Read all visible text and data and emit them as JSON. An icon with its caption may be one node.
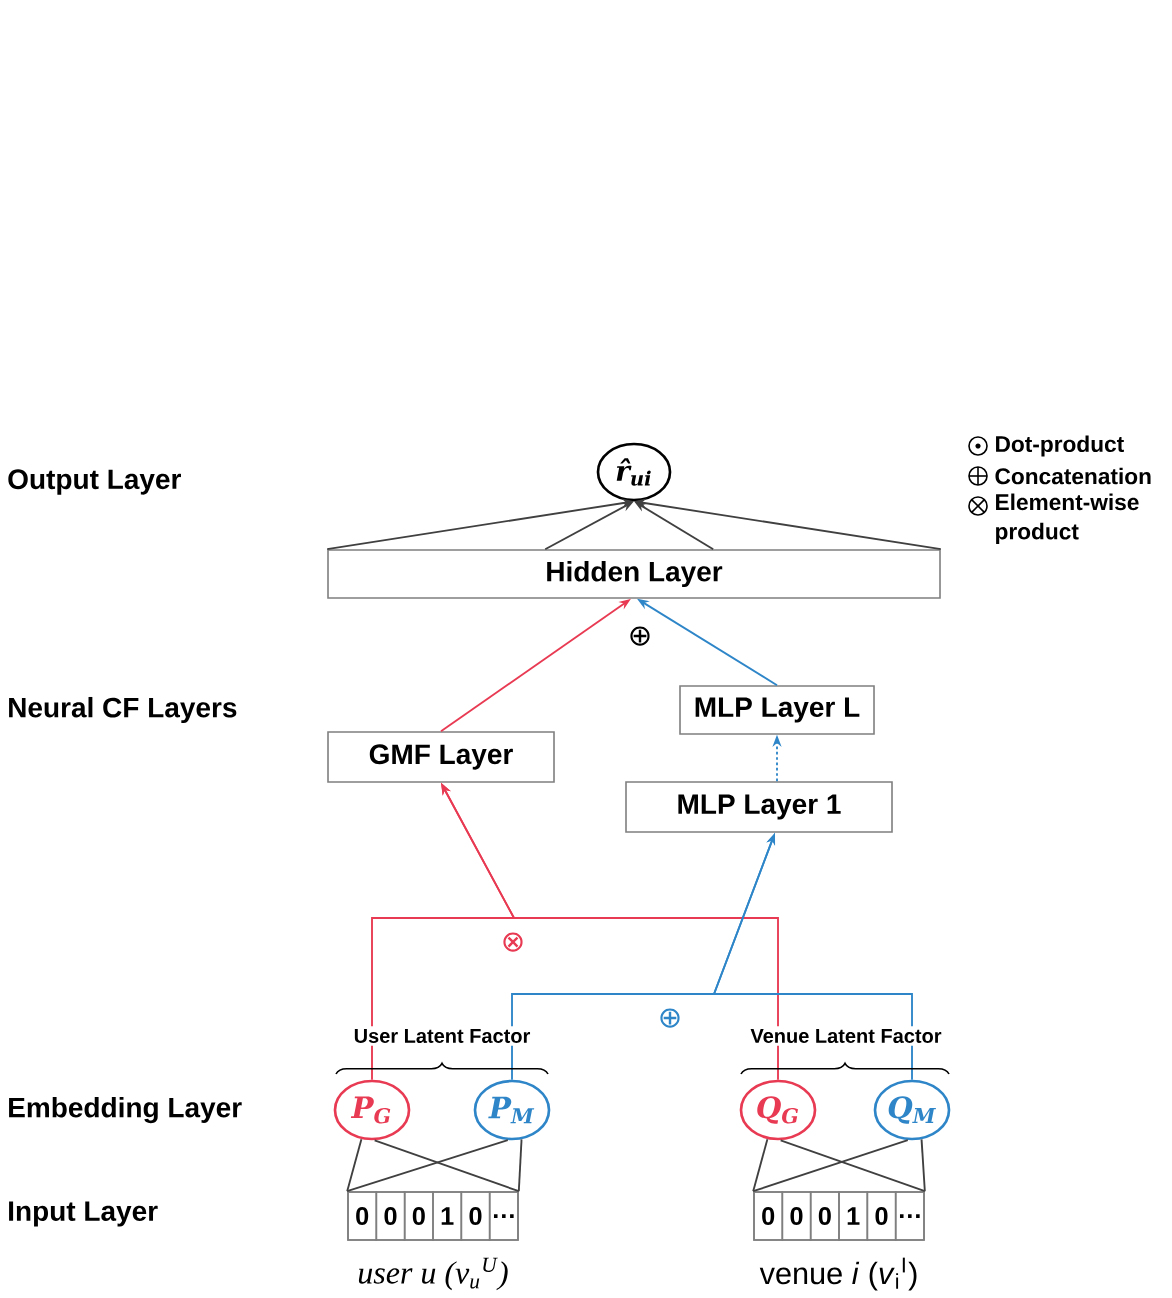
{
  "diagram": {
    "nodes": [
      {
        "text": [
          "r̂$_{ui}$"
        ]
      },
      {
        "text": [
          "Hidden Layer"
        ]
      },
      {
        "text": [
          "MLP Layer L"
        ]
      },
      {
        "text": [
          "GMF Layer"
        ]
      },
      {
        "text": [
          "MLP Layer 1"
        ]
      },
      {
        "text": [
          "P$_{G}$"
        ]
      },
      {
        "text": [
          "P$_{M}$"
        ]
      },
      {
        "text": [
          "Q$_{G}$"
        ]
      },
      {
        "text": [
          "Q$_{M}$"
        ]
      },
      {
        "text": [
          "0",
          "0",
          "0",
          "1",
          "0",
          "…"
        ],
        "beside": [
          "user u (v$_{u}$$^{U}$)"
        ]
      },
      {
        "text": [
          "0",
          "0",
          "0",
          "1",
          "0",
          "…"
        ],
        "beside": [
          "venue *i* (*v*$_{i}$$^{I}$)"
        ]
      }
    ],
    "edges": [
      {
        "from": 1,
        "to": 0,
        "arrow": "to"
      },
      {
        "from": 1,
        "to": 0,
        "arrow": "to"
      },
      {
        "from": 1,
        "to": 0,
        "arrow": "to"
      },
      {
        "from": 1,
        "to": 0,
        "arrow": "to"
      },
      {
        "from": 3,
        "to": 1,
        "arrow": "to",
        "color": "#e83a52"
      },
      {
        "from": 2,
        "to": 1,
        "arrow": "to",
        "color": "#2e86c8"
      },
      {
        "from": 4,
        "to": 2,
        "arrow": "to",
        "style": "dashed",
        "color": "#2e86c8"
      },
      {
        "from": 5,
        "to": 3,
        "arrow": "to",
        "color": "#e83a52"
      },
      {
        "from": 7,
        "to": 3,
        "arrow": "to",
        "color": "#e83a52"
      },
      {
        "from": 6,
        "to": 4,
        "arrow": "to",
        "color": "#2e86c8"
      },
      {
        "from": 8,
        "to": 4,
        "arrow": "to",
        "color": "#2e86c8"
      },
      {
        "from": 9,
        "to": 5,
        "arrow": "none"
      },
      {
        "from": 9,
        "to": 5,
        "arrow": "none"
      },
      {
        "from": 9,
        "to": 6,
        "arrow": "none"
      },
      {
        "from": 9,
        "to": 6,
        "arrow": "none"
      },
      {
        "from": 10,
        "to": 7,
        "arrow": "none"
      },
      {
        "from": 10,
        "to": 7,
        "arrow": "none"
      },
      {
        "from": 10,
        "to": 8,
        "arrow": "none"
      },
      {
        "from": 10,
        "to": 8,
        "arrow": "none"
      }
    ],
    "labels": [
      "Output Layer",
      "⊕",
      "Neural CF Layers",
      "⊗",
      "⊕",
      "User Latent Factor",
      "Venue Latent Factor",
      "Embedding Layer",
      "Input Layer"
    ],
    "legend": [
      {
        "text": "Dot-product"
      },
      {
        "text": "Concatenation"
      },
      {
        "text": "Element-wise product"
      }
    ]
  }
}
